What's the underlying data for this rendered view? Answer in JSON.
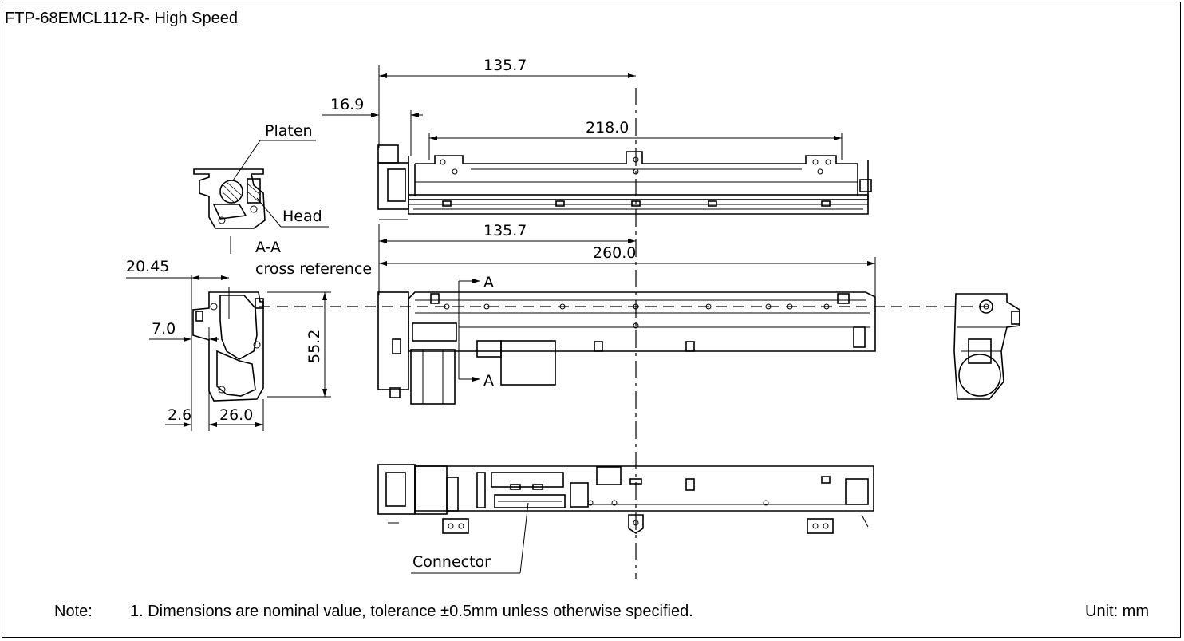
{
  "title": "FTP-68EMCL112-R- High Speed",
  "dimensions": {
    "d_135_7_top": "135.7",
    "d_16_9": "16.9",
    "d_218_0": "218.0",
    "d_135_7_mid": "135.7",
    "d_260_0": "260.0",
    "d_20_45": "20.45",
    "d_7_0": "7.0",
    "d_55_2": "55.2",
    "d_2_6": "2.6",
    "d_26_0": "26.0"
  },
  "labels": {
    "platen": "Platen",
    "head": "Head",
    "section": "A-A",
    "cross_reference": "cross reference",
    "section_mark_top": "A",
    "section_mark_bottom": "A",
    "connector": "Connector"
  },
  "note": {
    "prefix": "Note:",
    "text": "1. Dimensions are nominal value, tolerance ±0.5mm unless otherwise specified."
  },
  "unit": "Unit: mm"
}
